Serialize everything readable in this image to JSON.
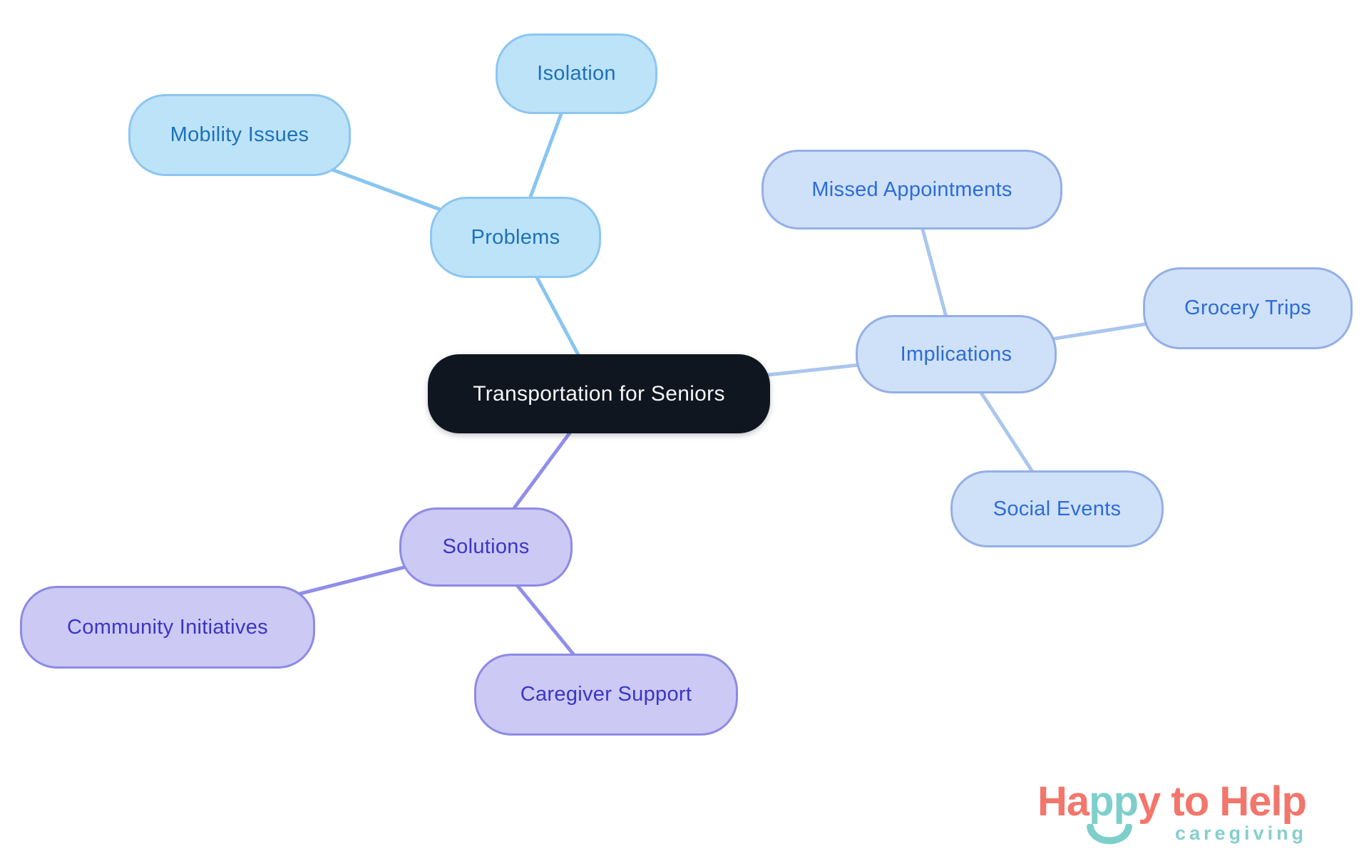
{
  "canvas": {
    "background": "#ffffff"
  },
  "mindmap": {
    "root": {
      "label": "Transportation for Seniors",
      "bg_color": "#10161F",
      "text_color": "#F5F6F8"
    },
    "branches": [
      {
        "name": "problems",
        "label": "Problems",
        "fill_color": "#BDE3F9",
        "border_color": "#8CC6F1",
        "text_color": "#1D71B8",
        "line_color": "#88C5F1",
        "children": [
          {
            "label": "Isolation"
          },
          {
            "label": "Mobility Issues"
          }
        ]
      },
      {
        "name": "implications",
        "label": "Implications",
        "fill_color": "#CFE1F9",
        "border_color": "#94AFE6",
        "text_color": "#2D6CD7",
        "line_color": "#A9C6ED",
        "children": [
          {
            "label": "Missed Appointments"
          },
          {
            "label": "Grocery Trips"
          },
          {
            "label": "Social Events"
          }
        ]
      },
      {
        "name": "solutions",
        "label": "Solutions",
        "fill_color": "#CCCAF4",
        "border_color": "#8D8AE5",
        "text_color": "#3B35C6",
        "line_color": "#918EE9",
        "children": [
          {
            "label": "Community Initiatives"
          },
          {
            "label": "Caregiver Support"
          }
        ]
      }
    ]
  },
  "logo": {
    "word_parts": [
      {
        "text": "Ha",
        "color": "#F2766B"
      },
      {
        "text": "pp",
        "color": "#7ECFCB"
      },
      {
        "text": "y",
        "color": "#F2766B"
      },
      {
        "text": " to ",
        "color": "#F2766B"
      },
      {
        "text": "Help",
        "color": "#F2766B"
      }
    ],
    "tagline": "caregiving",
    "coral": "#F2766B",
    "teal": "#7ECFCB",
    "smile_icon": "smile-arc"
  }
}
